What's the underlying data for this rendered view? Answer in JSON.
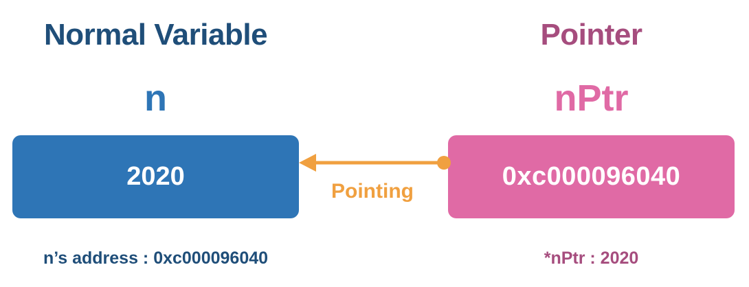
{
  "normal_variable": {
    "heading": "Normal Variable",
    "name": "n",
    "value": "2020",
    "caption": "n’s address : 0xc000096040"
  },
  "pointer": {
    "heading": "Pointer",
    "name": "nPtr",
    "value": "0xc000096040",
    "caption": "*nPtr : 2020"
  },
  "arrow": {
    "label": "Pointing"
  },
  "colors": {
    "normal_heading": "#1f4e79",
    "normal_box": "#2e75b6",
    "pointer_heading": "#a64d7e",
    "pointer_box": "#e06aa5",
    "arrow": "#f0a040"
  }
}
